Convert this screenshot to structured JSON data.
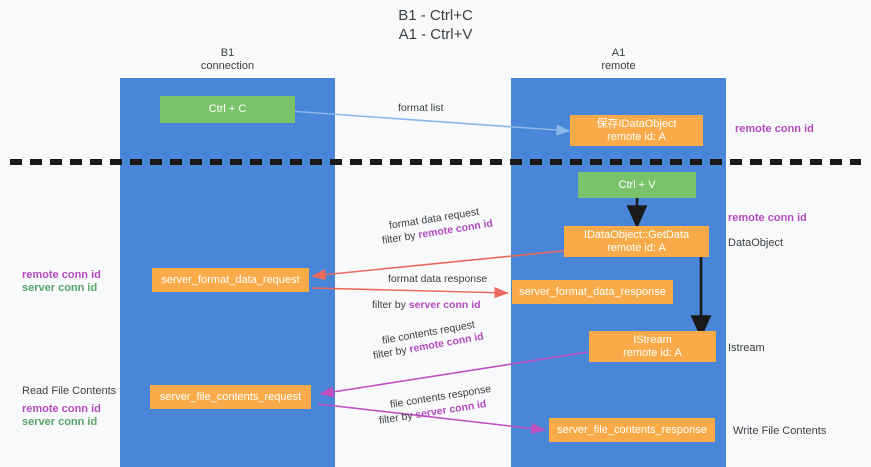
{
  "diagram": {
    "title_line1": "B1 - Ctrl+C",
    "title_line2": "A1 - Ctrl+V",
    "colors": {
      "lane": "#4a86d8",
      "node_green": "#7ac36a",
      "node_orange": "#f9ab49",
      "accent_purple": "#b34bbf",
      "accent_green": "#5aa469",
      "arrow_blue": "#8ab6e8",
      "arrow_red": "#ea6a5e",
      "arrow_magenta": "#c04fc0",
      "arrow_black": "#1a1a1a",
      "background": "#f8f9fa"
    }
  },
  "lanes": [
    {
      "id": "b1",
      "line1": "B1",
      "line2": "connection"
    },
    {
      "id": "a1",
      "line1": "A1",
      "line2": "remote"
    }
  ],
  "nodes": {
    "ctrl_c": {
      "line1": "Ctrl + C",
      "line2": ""
    },
    "save_dataobject": {
      "line1": "保存IDataObject",
      "line2": "remote id: A"
    },
    "ctrl_v": {
      "line1": "Ctrl + V",
      "line2": ""
    },
    "getdata": {
      "line1": "IDataObject::GetData",
      "line2": "remote id: A"
    },
    "server_format_data_request": {
      "line1": "server_format_data_request",
      "line2": ""
    },
    "server_format_data_response": {
      "line1": "server_format_data_response",
      "line2": ""
    },
    "istream": {
      "line1": "IStream",
      "line2": "remote id: A"
    },
    "server_file_contents_request": {
      "line1": "server_file_contents_request",
      "line2": ""
    },
    "server_file_contents_response": {
      "line1": "server_file_contents_response",
      "line2": ""
    }
  },
  "right_labels": {
    "remote_conn_id_top": "remote conn id",
    "remote_conn_id_mid": "remote conn id",
    "dataobject": "DataObject",
    "istream": "Istream",
    "write_file_contents": "Write File Contents"
  },
  "left_labels": {
    "remote_conn_id": "remote conn id",
    "server_conn_id": "server conn id",
    "read_file_contents": "Read File Contents",
    "remote_conn_id_2": "remote conn id",
    "server_conn_id_2": "server conn id"
  },
  "edge_labels": {
    "format_list": "format list",
    "format_data_request": "format data request",
    "format_data_request_filter_prefix": "filter by ",
    "format_data_request_filter_value": "remote conn id",
    "format_data_response": "format data response",
    "format_data_response_filter_prefix": "filter by ",
    "format_data_response_filter_value": "server conn id",
    "file_contents_request": "file contents request",
    "file_contents_request_filter_prefix": "filter by ",
    "file_contents_request_filter_value": "remote conn id",
    "file_contents_response": "file contents response",
    "file_contents_response_filter_prefix": "filter by ",
    "file_contents_response_filter_value": "server conn id"
  }
}
